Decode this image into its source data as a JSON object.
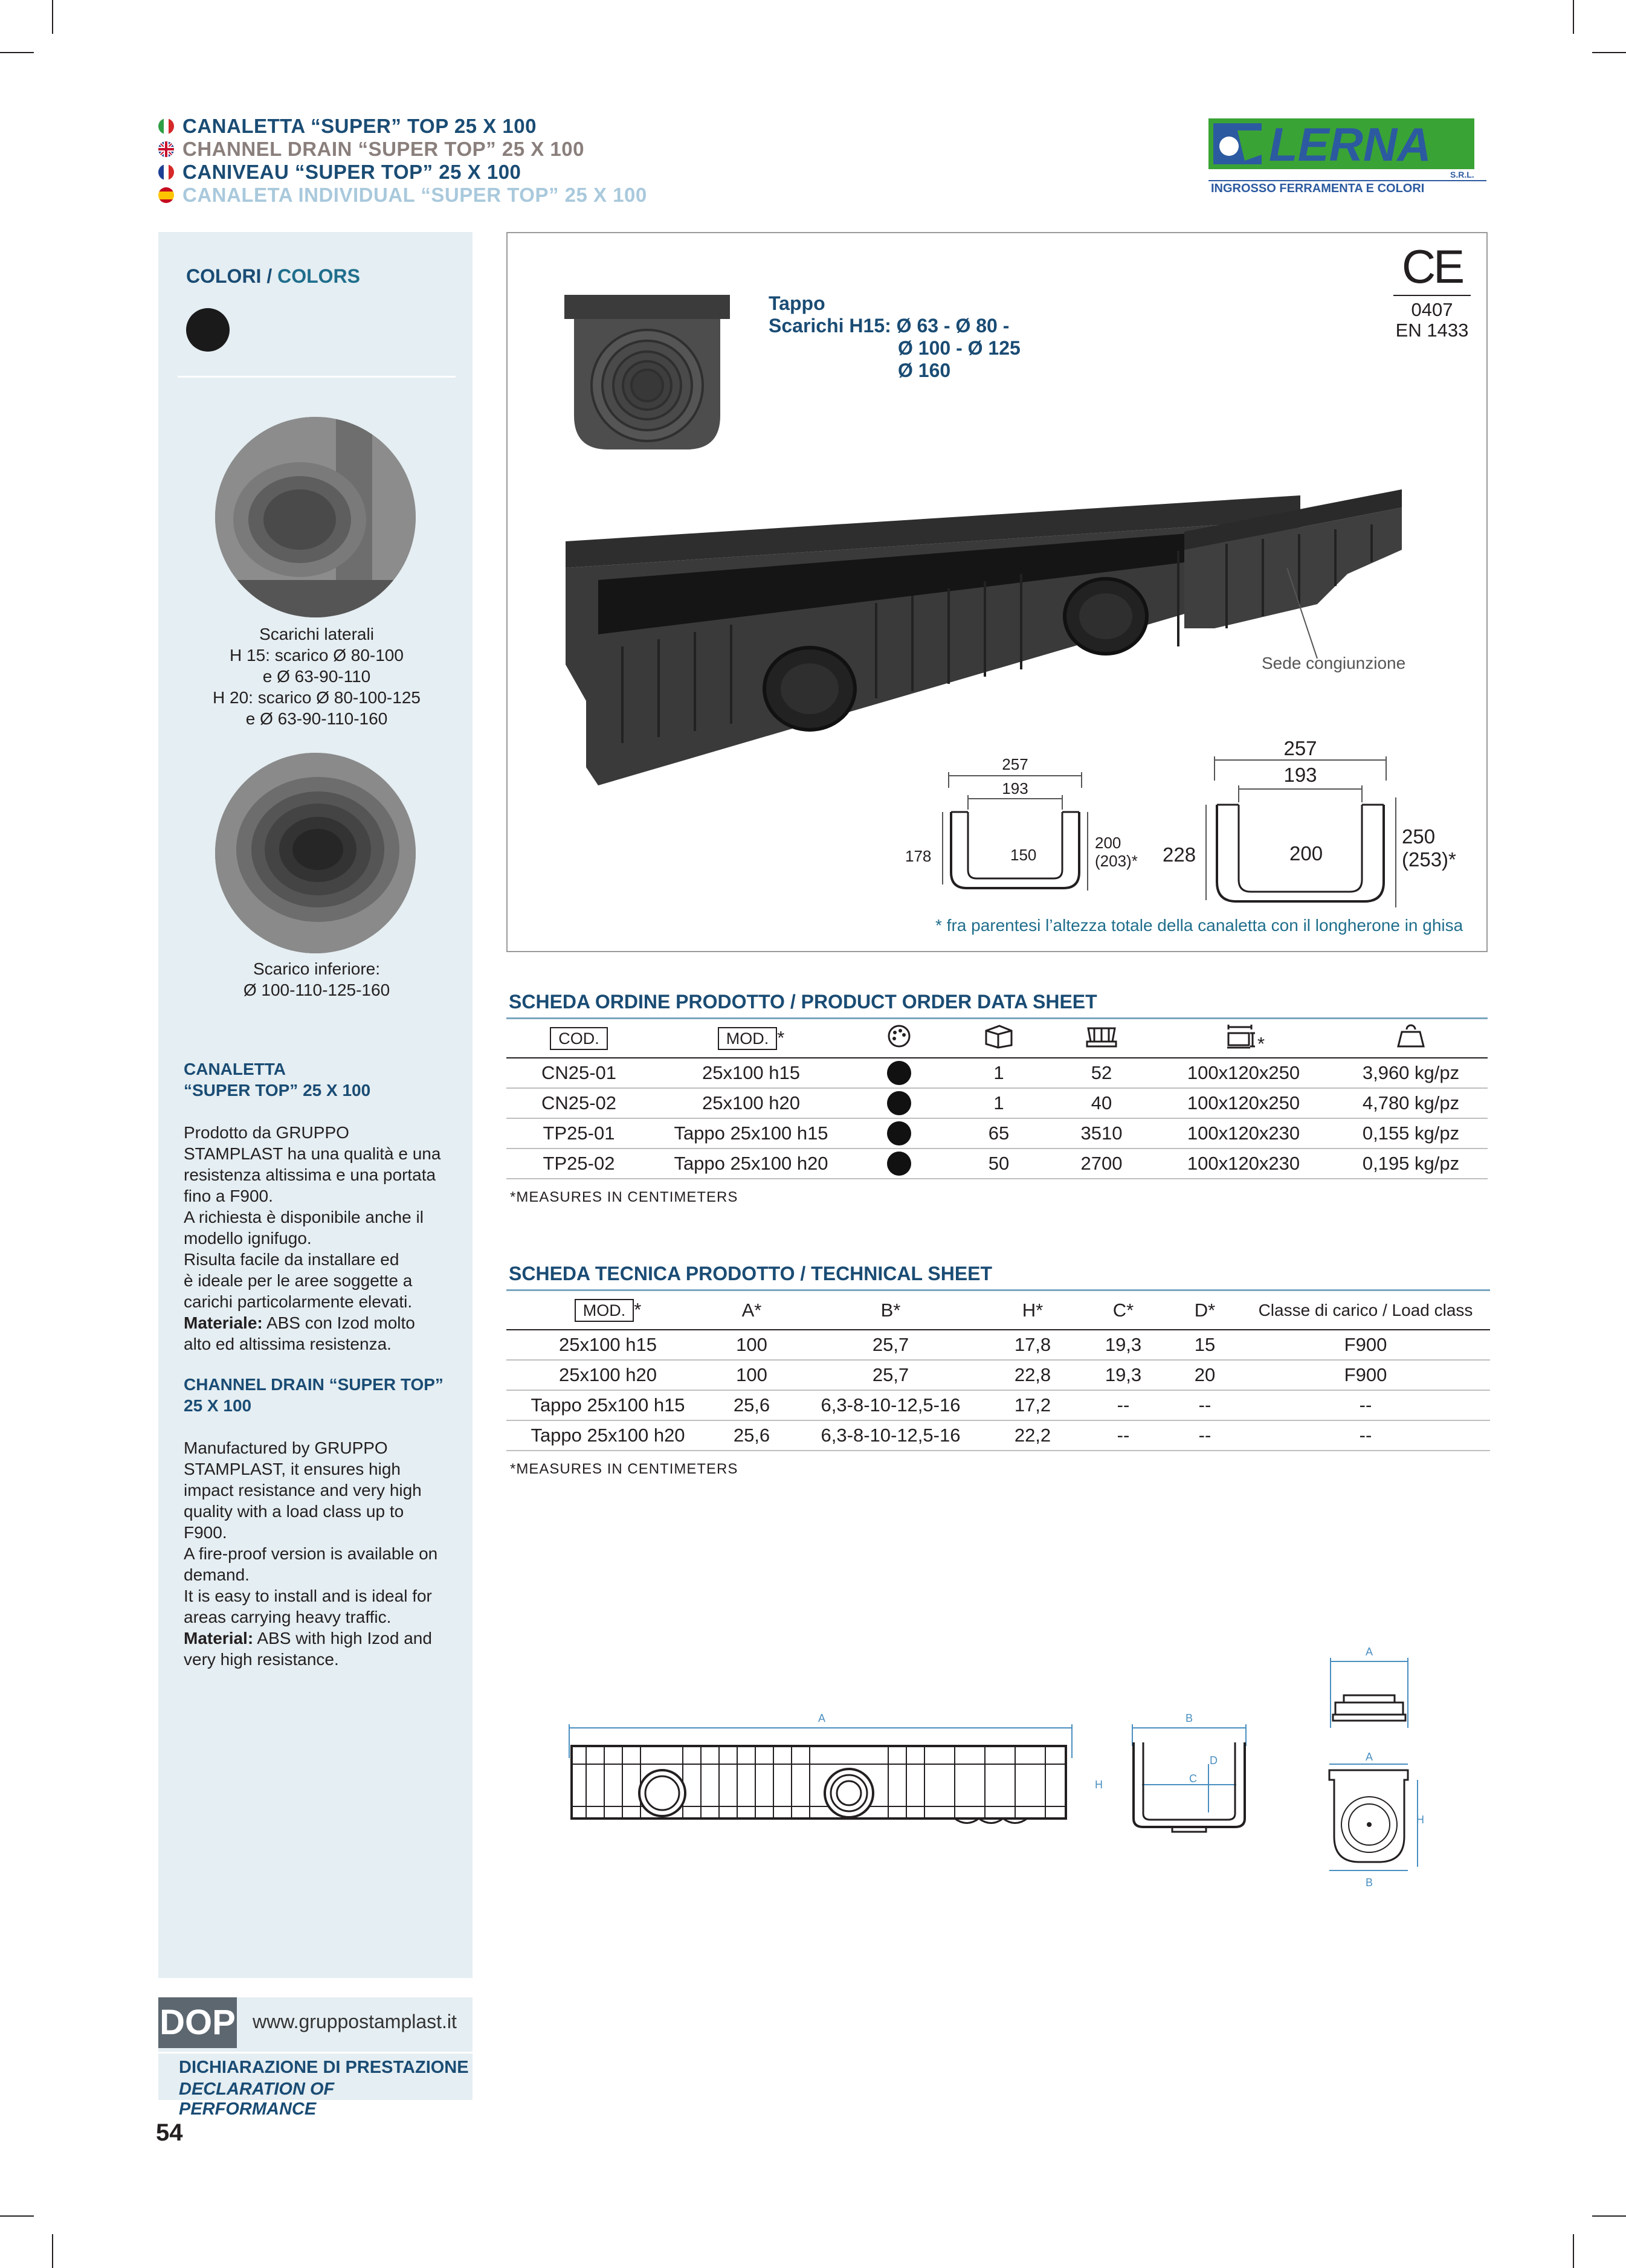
{
  "titles": [
    {
      "lang": "it",
      "text": "CANALETTA “SUPER” TOP 25 X 100",
      "color": "#1a4c74"
    },
    {
      "lang": "en",
      "text": "CHANNEL DRAIN “SUPER TOP” 25 X 100",
      "color": "#8a7f7c"
    },
    {
      "lang": "fr",
      "text": "CANIVEAU “SUPER TOP” 25 X 100",
      "color": "#1a4c74"
    },
    {
      "lang": "es",
      "text": "CANALETA INDIVIDUAL “SUPER TOP” 25 X 100",
      "color": "#a9c9dc"
    }
  ],
  "logo": {
    "name": "LERNA",
    "srl": "S.R.L.",
    "tagline": "INGROSSO FERRAMENTA E COLORI"
  },
  "sidebar": {
    "colors_label_it": "COLORI / ",
    "colors_label_en": "COLORS",
    "side_caption": [
      "Scarichi laterali",
      "H 15: scarico Ø 80-100",
      "e Ø 63-90-110",
      "H 20: scarico Ø 80-100-125",
      "e Ø 63-90-110-160"
    ],
    "bottom_caption": [
      "Scarico inferiore:",
      "Ø 100-110-125-160"
    ],
    "it_heading": [
      "CANALETTA",
      "“SUPER TOP” 25 X 100"
    ],
    "it_body": [
      "Prodotto da GRUPPO",
      "STAMPLAST ha una qualità e una",
      "resistenza altissima e una portata",
      "fino a F900.",
      "A richiesta è disponibile anche il",
      "modello ignifugo.",
      "Risulta facile da installare ed",
      "è ideale per le aree soggette a",
      "carichi particolarmente elevati."
    ],
    "it_material_label": "Materiale:",
    "it_material_text": " ABS con Izod molto",
    "it_material_text2": "alto ed altissima resistenza.",
    "en_heading": [
      "CHANNEL DRAIN “SUPER TOP”",
      "25 X 100"
    ],
    "en_body": [
      "Manufactured by GRUPPO",
      "STAMPLAST, it ensures high",
      "impact resistance and very high",
      "quality with a load class up to",
      "F900.",
      "A fire-proof version is available on",
      "demand.",
      "It is easy to install and is ideal for",
      "areas carrying heavy traffic."
    ],
    "en_material_label": "Material:",
    "en_material_text": " ABS with high Izod and",
    "en_material_text2": "very high resistance."
  },
  "dop": {
    "badge": "DOP",
    "url": "www.gruppostamplast.it",
    "it": "DICHIARAZIONE DI PRESTAZIONE",
    "en": "DECLARATION OF PERFORMANCE"
  },
  "page_number": "54",
  "ce": {
    "mark": "CE",
    "code": "0407",
    "norm": "EN 1433"
  },
  "tappo": {
    "title": "Tappo",
    "line1": "Scarichi H15: Ø 63 - Ø 80 -",
    "line2": "Ø 100 - Ø 125",
    "line3": "Ø 160"
  },
  "sede": "Sede congiunzione",
  "section_dims": {
    "small": {
      "outer": "257",
      "inner": "193",
      "left": "178",
      "mid": "150",
      "right": "200",
      "right2": "(203)*"
    },
    "large": {
      "outer": "257",
      "inner": "193",
      "left": "228",
      "mid": "200",
      "right": "250",
      "right2": "(253)*"
    }
  },
  "frame_note": "* fra parentesi l’altezza totale della canaletta con il longherone in ghisa",
  "order": {
    "title": "SCHEDA ORDINE PRODOTTO / PRODUCT ORDER DATA SHEET",
    "h_cod": "COD.",
    "h_mod": "MOD.",
    "star": "*",
    "rows": [
      {
        "cod": "CN25-01",
        "mod": "25x100 h15",
        "q1": "1",
        "q2": "52",
        "pallet": "100x120x250",
        "weight": "3,960 kg/pz"
      },
      {
        "cod": "CN25-02",
        "mod": "25x100 h20",
        "q1": "1",
        "q2": "40",
        "pallet": "100x120x250",
        "weight": "4,780 kg/pz"
      },
      {
        "cod": "TP25-01",
        "mod": "Tappo 25x100 h15",
        "q1": "65",
        "q2": "3510",
        "pallet": "100x120x230",
        "weight": "0,155 kg/pz"
      },
      {
        "cod": "TP25-02",
        "mod": "Tappo 25x100 h20",
        "q1": "50",
        "q2": "2700",
        "pallet": "100x120x230",
        "weight": "0,195 kg/pz"
      }
    ],
    "note": "*MEASURES IN CENTIMETERS"
  },
  "tech": {
    "title": "SCHEDA TECNICA PRODOTTO / TECHNICAL SHEET",
    "headers": {
      "mod": "MOD.",
      "a": "A*",
      "b": "B*",
      "h": "H*",
      "c": "C*",
      "d": "D*",
      "cls": "Classe di carico / Load class"
    },
    "rows": [
      {
        "mod": "25x100 h15",
        "a": "100",
        "b": "25,7",
        "h": "17,8",
        "c": "19,3",
        "d": "15",
        "cls": "F900"
      },
      {
        "mod": "25x100 h20",
        "a": "100",
        "b": "25,7",
        "h": "22,8",
        "c": "19,3",
        "d": "20",
        "cls": "F900"
      },
      {
        "mod": "Tappo 25x100 h15",
        "a": "25,6",
        "b": "6,3-8-10-12,5-16",
        "h": "17,2",
        "c": "--",
        "d": "--",
        "cls": "--"
      },
      {
        "mod": "Tappo 25x100 h20",
        "a": "25,6",
        "b": "6,3-8-10-12,5-16",
        "h": "22,2",
        "c": "--",
        "d": "--",
        "cls": "--"
      }
    ],
    "note": "*MEASURES IN CENTIMETERS"
  },
  "drawing_labels": {
    "a": "A",
    "b": "B",
    "c": "C",
    "d": "D",
    "h": "H"
  },
  "colors": {
    "navy": "#1a4c74",
    "blue": "#1f6e8c",
    "sidebar_bg": "#e5eef2",
    "dop_bg": "#5c6770",
    "logo_green": "#3aa335",
    "logo_blue": "#2c5aa0"
  }
}
